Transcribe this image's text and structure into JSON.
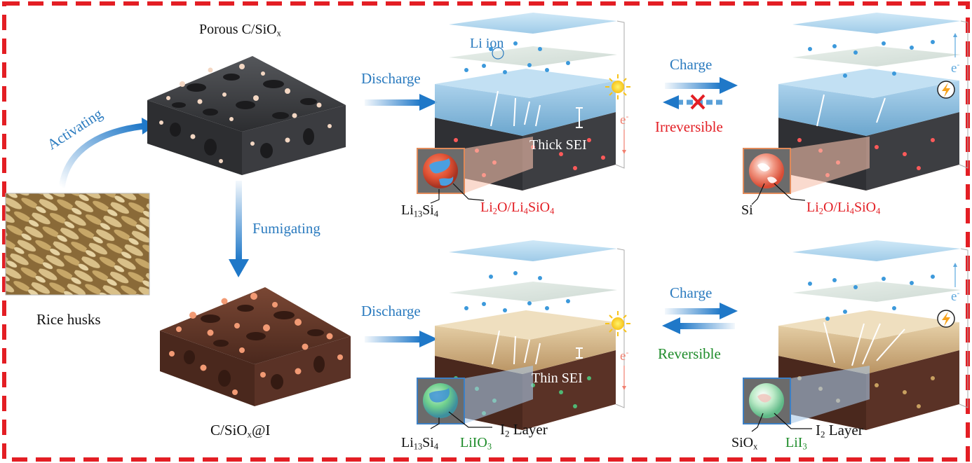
{
  "colors": {
    "frame_dash": "#e31e24",
    "arrow_blue": "#1f78c8",
    "text_red": "#e31e24",
    "text_green": "#1e8c2a",
    "text_blue": "#2b7bbf",
    "carbon_gray": "#3a3b3e",
    "carbon_brown": "#5a3226",
    "electrolyte_blue": "#7fb8de",
    "iodine_layer": "#c7a36e",
    "current_collector_pink": "#f6c9bd",
    "sun_yellow": "#f7c31b"
  },
  "icons": [
    "sun-icon",
    "lightning-icon",
    "cross-icon"
  ],
  "labels": {
    "porous_pre": "Porous C/SiO",
    "porous_sub": "x",
    "activating": "Activating",
    "fumigating": "Fumigating",
    "rice": "Rice husks",
    "csio_pre": "C/SiO",
    "csio_sub": "x",
    "csio_post": "@I",
    "li_ion": "Li ion",
    "discharge_top": "Discharge",
    "discharge_bottom": "Discharge",
    "charge_top": "Charge",
    "charge_bottom": "Charge",
    "irreversible": "Irreversible",
    "reversible": "Reversible",
    "thick_sei": "Thick SEI",
    "thin_sei": "Thin SEI",
    "e_base": "e",
    "e_sup": "-",
    "li_base": "Li",
    "li_sub_13": "13",
    "si_base": "Si",
    "sub_4": "4",
    "sub_2": "2",
    "o_base": "O/Li",
    "sio_base": "SiO",
    "si_single": "Si",
    "liio": "LiIO",
    "sub_3": "3",
    "lii": "LiI",
    "i_base": "I",
    "layer_word": " Layer",
    "siox_base": "SiO",
    "sub_x": "x"
  }
}
